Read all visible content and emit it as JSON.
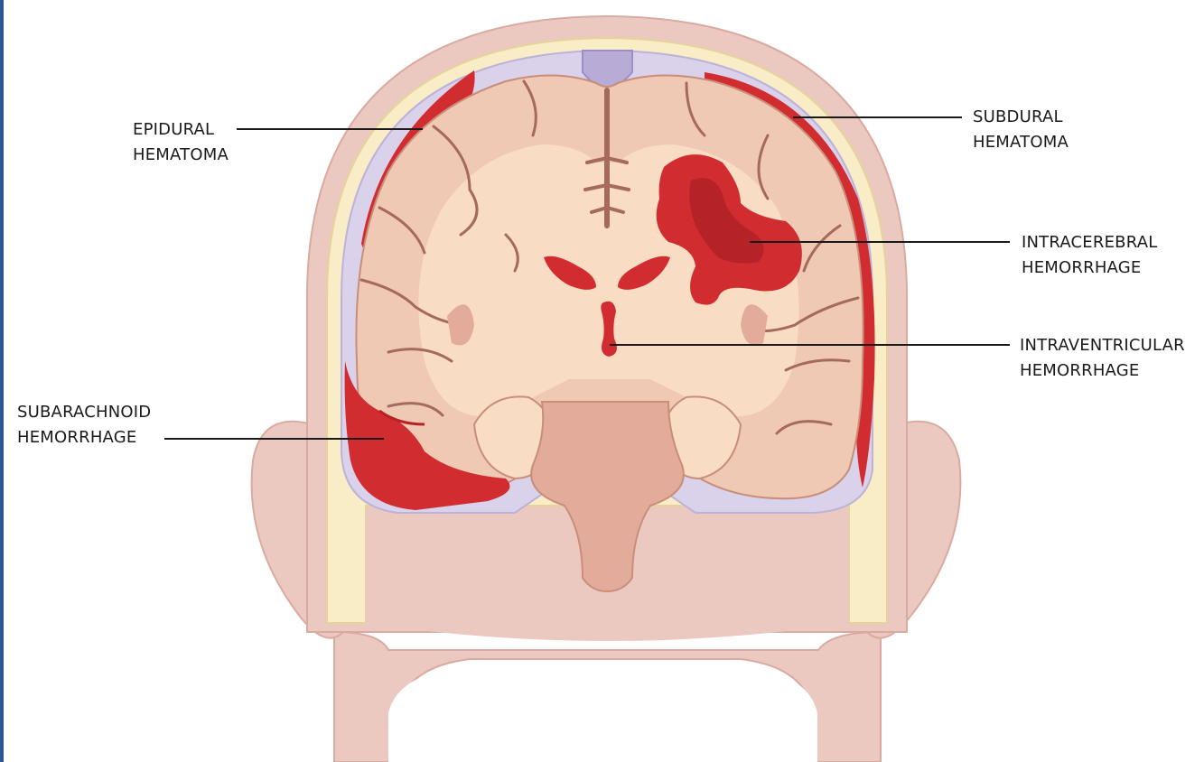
{
  "labels": {
    "epidural": {
      "line1": "EPIDURAL",
      "line2": "HEMATOMA"
    },
    "subdural": {
      "line1": "SUBDURAL",
      "line2": "HEMATOMA"
    },
    "intracerebral": {
      "line1": "INTRACEREBRAL",
      "line2": "HEMORRHAGE"
    },
    "intraventricular": {
      "line1": "INTRAVENTRICULAR",
      "line2": "HEMORRHAGE"
    },
    "subarachnoid": {
      "line1": "SUBARACHNOID",
      "line2": "HEMORRHAGE"
    }
  },
  "colors": {
    "skin": "#ecc9c0",
    "skin_outline": "#d9aba0",
    "bone": "#f8edc6",
    "membrane": "#d9d2ea",
    "brain_gray": "#efc9b3",
    "brain_white": "#f9dcc4",
    "brain_outline": "#c98e7a",
    "sulcus": "#a66a5a",
    "blood": "#d12c30",
    "blood_dark": "#b52227",
    "brainstem": "#e2ab9a",
    "leader_line": "#1a1a1a",
    "frame": "#2f5597"
  }
}
